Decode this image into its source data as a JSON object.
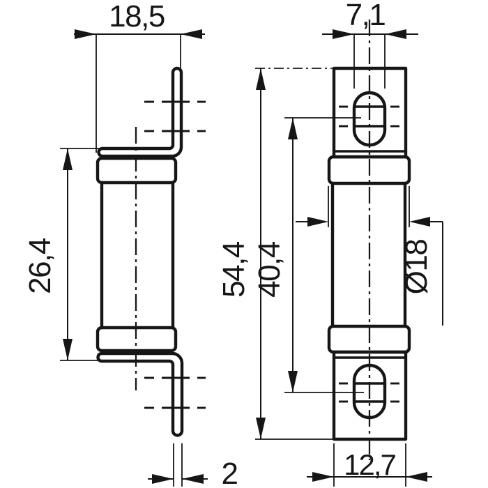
{
  "views": {
    "side": {
      "dimensions": {
        "bracket_depth": "18,5",
        "contact_span": "26,4",
        "blade_thickness": "2"
      }
    },
    "front": {
      "dimensions": {
        "slot_width": "7,1",
        "overall_length": "54,4",
        "hole_center_distance": "40,4",
        "body_diameter": "Ø18",
        "blade_width": "12,7"
      }
    }
  },
  "colors": {
    "line": "#161616",
    "background": "#ffffff"
  }
}
